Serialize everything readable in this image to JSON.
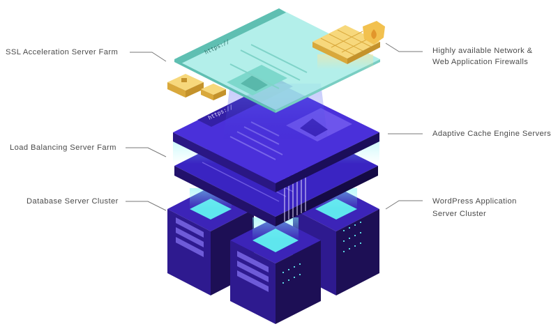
{
  "browser_text_top": "https://",
  "browser_text_mid": "https://",
  "labels": {
    "ssl": "SSL Acceleration Server Farm",
    "firewall_line1": "Highly available Network &",
    "firewall_line2": "Web Application Firewalls",
    "cache": "Adaptive Cache Engine Servers",
    "load_balancing": "Load Balancing Server Farm",
    "database": "Database Server Cluster",
    "wordpress_line1": "WordPress Application",
    "wordpress_line2": "Server Cluster"
  },
  "colors": {
    "glass_top": "#a6ece6",
    "glass_frame": "#5fbfb2",
    "purple_top": "#4a2fd8",
    "purple_dark": "#2b1877",
    "server_dark": "#26145e",
    "cyan_glow": "#5fe6ee",
    "gold": "#f1c65e",
    "gold_dark": "#d39e2b",
    "leader_line": "#777777"
  }
}
